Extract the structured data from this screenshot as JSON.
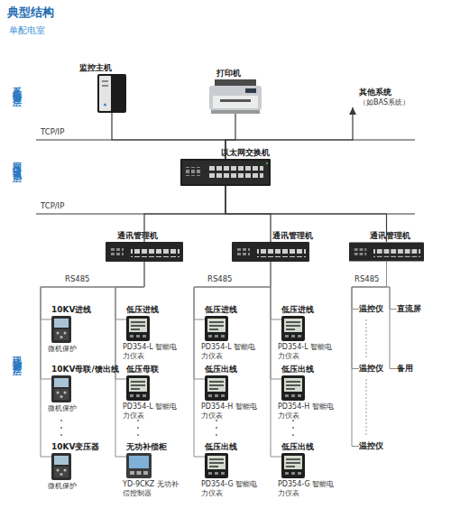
{
  "diagram": {
    "title": "典型结构",
    "nodes": [
      {
        "text": [
          "监控主机"
        ]
      },
      {
        "text": [
          "打印机"
        ]
      },
      {
        "text": [
          "其他系统",
          "（如BAS系统）"
        ]
      },
      {
        "text": [
          "以太网交换机"
        ]
      },
      {
        "text": [
          "通讯管理机"
        ]
      },
      {
        "text": [
          "通讯管理机"
        ]
      },
      {
        "text": [
          "通讯管理机"
        ]
      },
      {
        "text": [
          "10KV进线",
          "微机保护"
        ]
      },
      {
        "text": [
          "10KV母联/馈出线",
          "微机保护"
        ]
      },
      {
        "text": [
          "10KV变压器",
          "微机保护"
        ]
      },
      {
        "text": [
          "低压进线",
          "PD354-L 智能电力仪表"
        ]
      },
      {
        "text": [
          "低压母联",
          "PD354-L 智能电力仪表"
        ]
      },
      {
        "text": [
          "无功补偿柜",
          "YD-9CKZ 无功补偿控制器"
        ]
      },
      {
        "text": [
          "低压进线",
          "PD354-L 智能电力仪表"
        ]
      },
      {
        "text": [
          "低压出线",
          "PD354-H 智能电力仪表"
        ]
      },
      {
        "text": [
          "低压出线",
          "PD354-G 智能电力仪表"
        ]
      },
      {
        "text": [
          "低压进线",
          "PD354-L 智能电力仪表"
        ]
      },
      {
        "text": [
          "低压出线",
          "PD354-H 智能电力仪表"
        ]
      },
      {
        "text": [
          "低压出线",
          "PD354-G 智能电力仪表"
        ]
      },
      {
        "text": [
          "温控仪"
        ]
      },
      {
        "text": [
          "温控仪"
        ]
      },
      {
        "text": [
          "温控仪"
        ]
      },
      {
        "text": [
          "直流屏"
        ]
      },
      {
        "text": [
          "备用"
        ]
      }
    ],
    "edges": [
      {
        "from": 0,
        "to": 3,
        "arrow": "none"
      },
      {
        "from": 1,
        "to": 3,
        "arrow": "none"
      },
      {
        "from": 3,
        "to": 2,
        "arrow": "to"
      },
      {
        "from": 3,
        "to": 4,
        "arrow": "none"
      },
      {
        "from": 3,
        "to": 5,
        "arrow": "none"
      },
      {
        "from": 3,
        "to": 6,
        "arrow": "none"
      },
      {
        "from": 4,
        "to": 7,
        "arrow": "none"
      },
      {
        "from": 4,
        "to": 8,
        "arrow": "none"
      },
      {
        "from": 4,
        "to": 9,
        "arrow": "none"
      },
      {
        "from": 4,
        "to": 10,
        "arrow": "none"
      },
      {
        "from": 4,
        "to": 11,
        "arrow": "none"
      },
      {
        "from": 4,
        "to": 12,
        "arrow": "none"
      },
      {
        "from": 5,
        "to": 13,
        "arrow": "none"
      },
      {
        "from": 5,
        "to": 14,
        "arrow": "none"
      },
      {
        "from": 5,
        "to": 15,
        "arrow": "none"
      },
      {
        "from": 5,
        "to": 16,
        "arrow": "none"
      },
      {
        "from": 5,
        "to": 17,
        "arrow": "none"
      },
      {
        "from": 5,
        "to": 18,
        "arrow": "none"
      },
      {
        "from": 6,
        "to": 19,
        "arrow": "none"
      },
      {
        "from": 6,
        "to": 20,
        "arrow": "none"
      },
      {
        "from": 6,
        "to": 21,
        "arrow": "none"
      },
      {
        "from": 6,
        "to": 22,
        "arrow": "none"
      },
      {
        "from": 6,
        "to": 23,
        "arrow": "none"
      }
    ],
    "labels": [
      "单配电室",
      "系统管理层",
      "网络通讯层",
      "现场测控层",
      "TCP/IP",
      "TCP/IP",
      "RS485",
      "RS485",
      "RS485"
    ]
  }
}
